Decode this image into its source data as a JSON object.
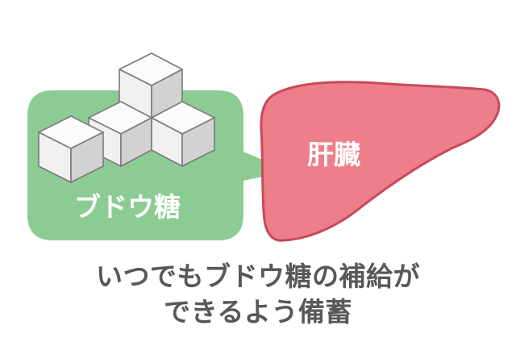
{
  "bubble": {
    "label": "ブドウ糖",
    "color": "#8ccc94"
  },
  "liver": {
    "label": "肝臓",
    "fill": "#ec7f89",
    "stroke": "#c9495b"
  },
  "sugar_cubes": {
    "icon": "sugar-cube-icon",
    "count": 4
  },
  "caption": {
    "line1": "いつでもブドウ糖の補給が",
    "line2": "できるよう備蓄"
  }
}
